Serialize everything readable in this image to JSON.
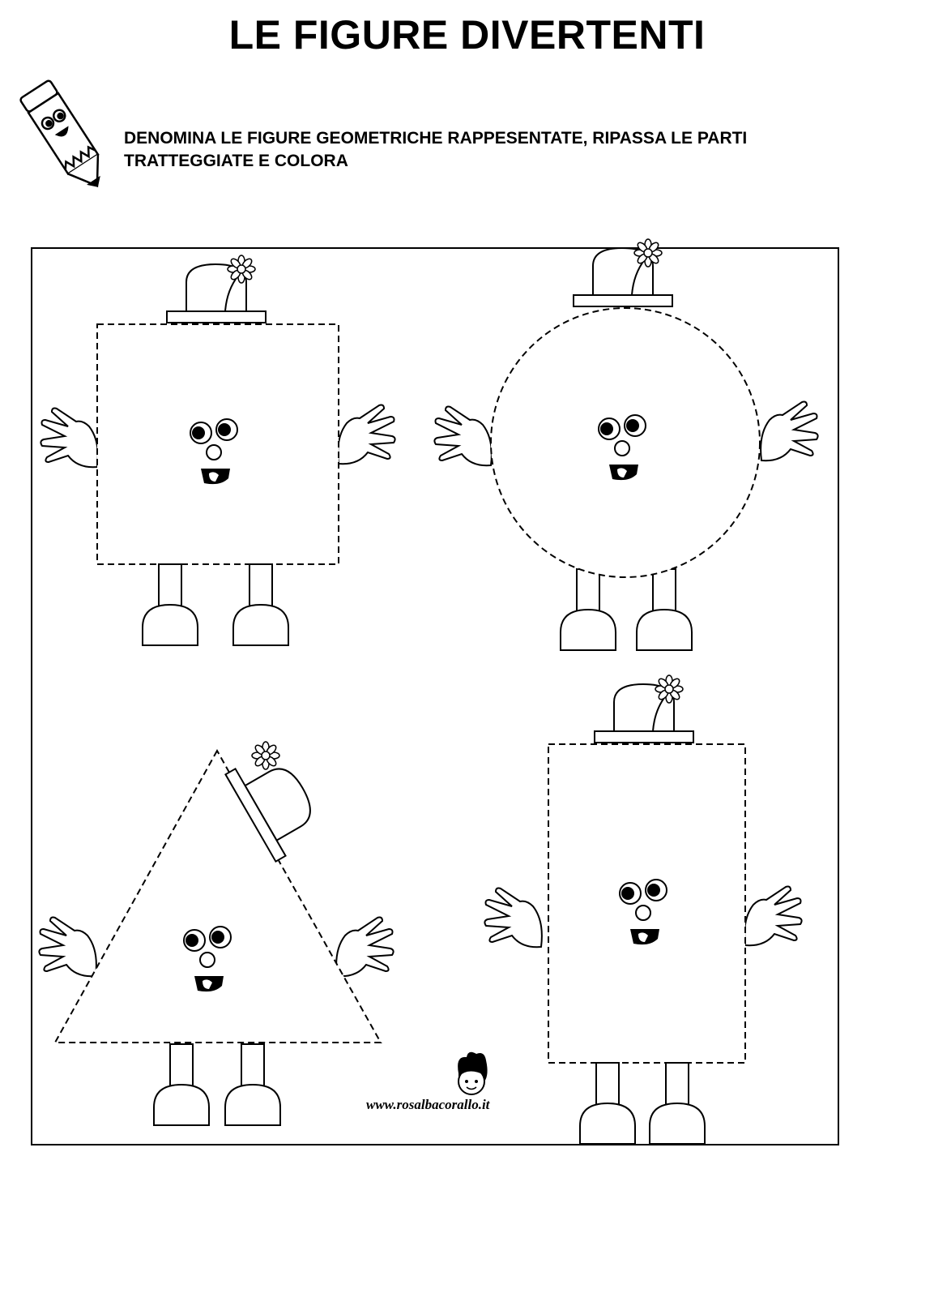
{
  "worksheet": {
    "title": "LE FIGURE DIVERTENTI",
    "instructions": "DENOMINA LE FIGURE GEOMETRICHE RAPPESENTATE, RIPASSA  LE PARTI TRATTEGGIATE E COLORA"
  },
  "watermark": {
    "site": "www.rosalbacorallo.it"
  },
  "figures": [
    {
      "id": "square",
      "outline": "dashed"
    },
    {
      "id": "circle",
      "outline": "dashed"
    },
    {
      "id": "triangle",
      "outline": "dashed"
    },
    {
      "id": "rectangle",
      "outline": "dashed"
    }
  ],
  "colors": {
    "ink": "#000000",
    "paper": "#ffffff"
  }
}
